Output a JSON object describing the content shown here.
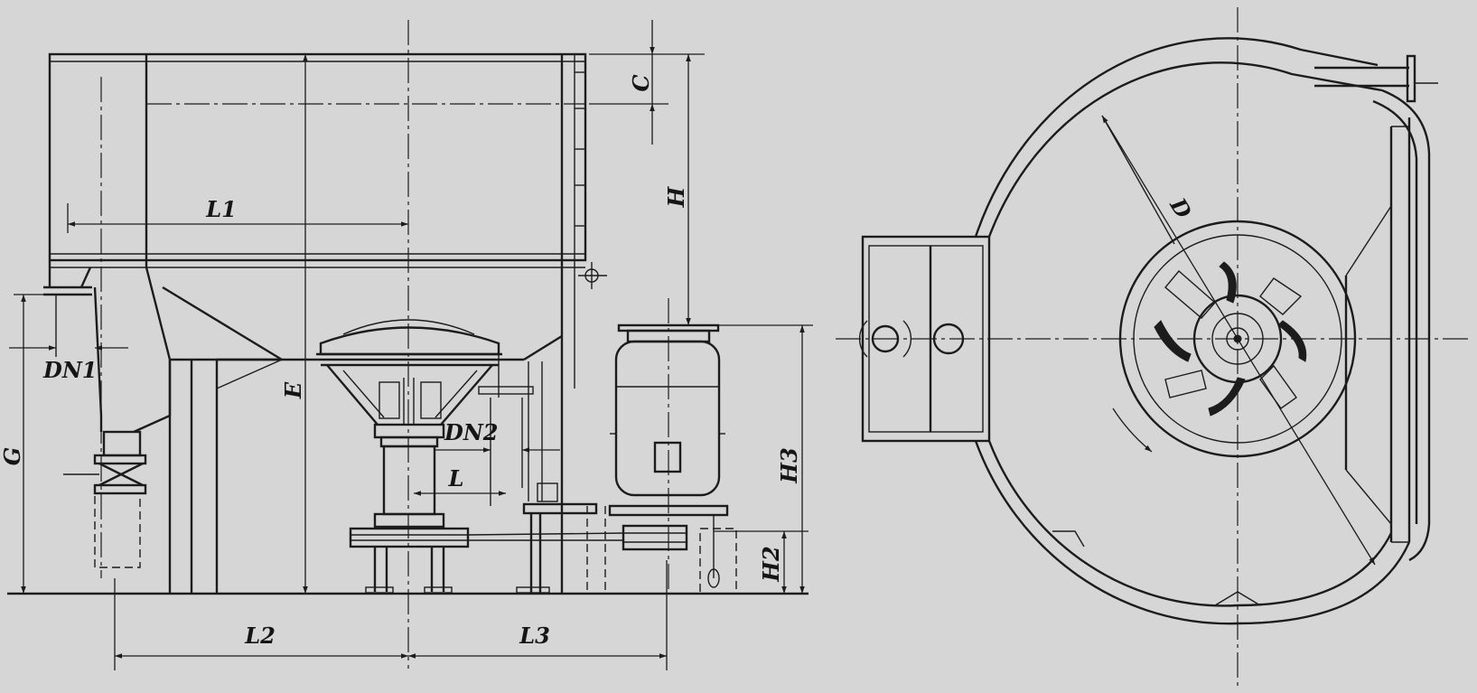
{
  "labels": {
    "C": "C",
    "L1": "L1",
    "H": "H",
    "E": "E",
    "DN1": "DN1",
    "G": "G",
    "DN2": "DN2",
    "L": "L",
    "H3": "H3",
    "H2": "H2",
    "L2": "L2",
    "L3": "L3",
    "D": "D"
  },
  "colors": {
    "paper": "#d6d6d6",
    "ink": "#1c1c1c"
  }
}
